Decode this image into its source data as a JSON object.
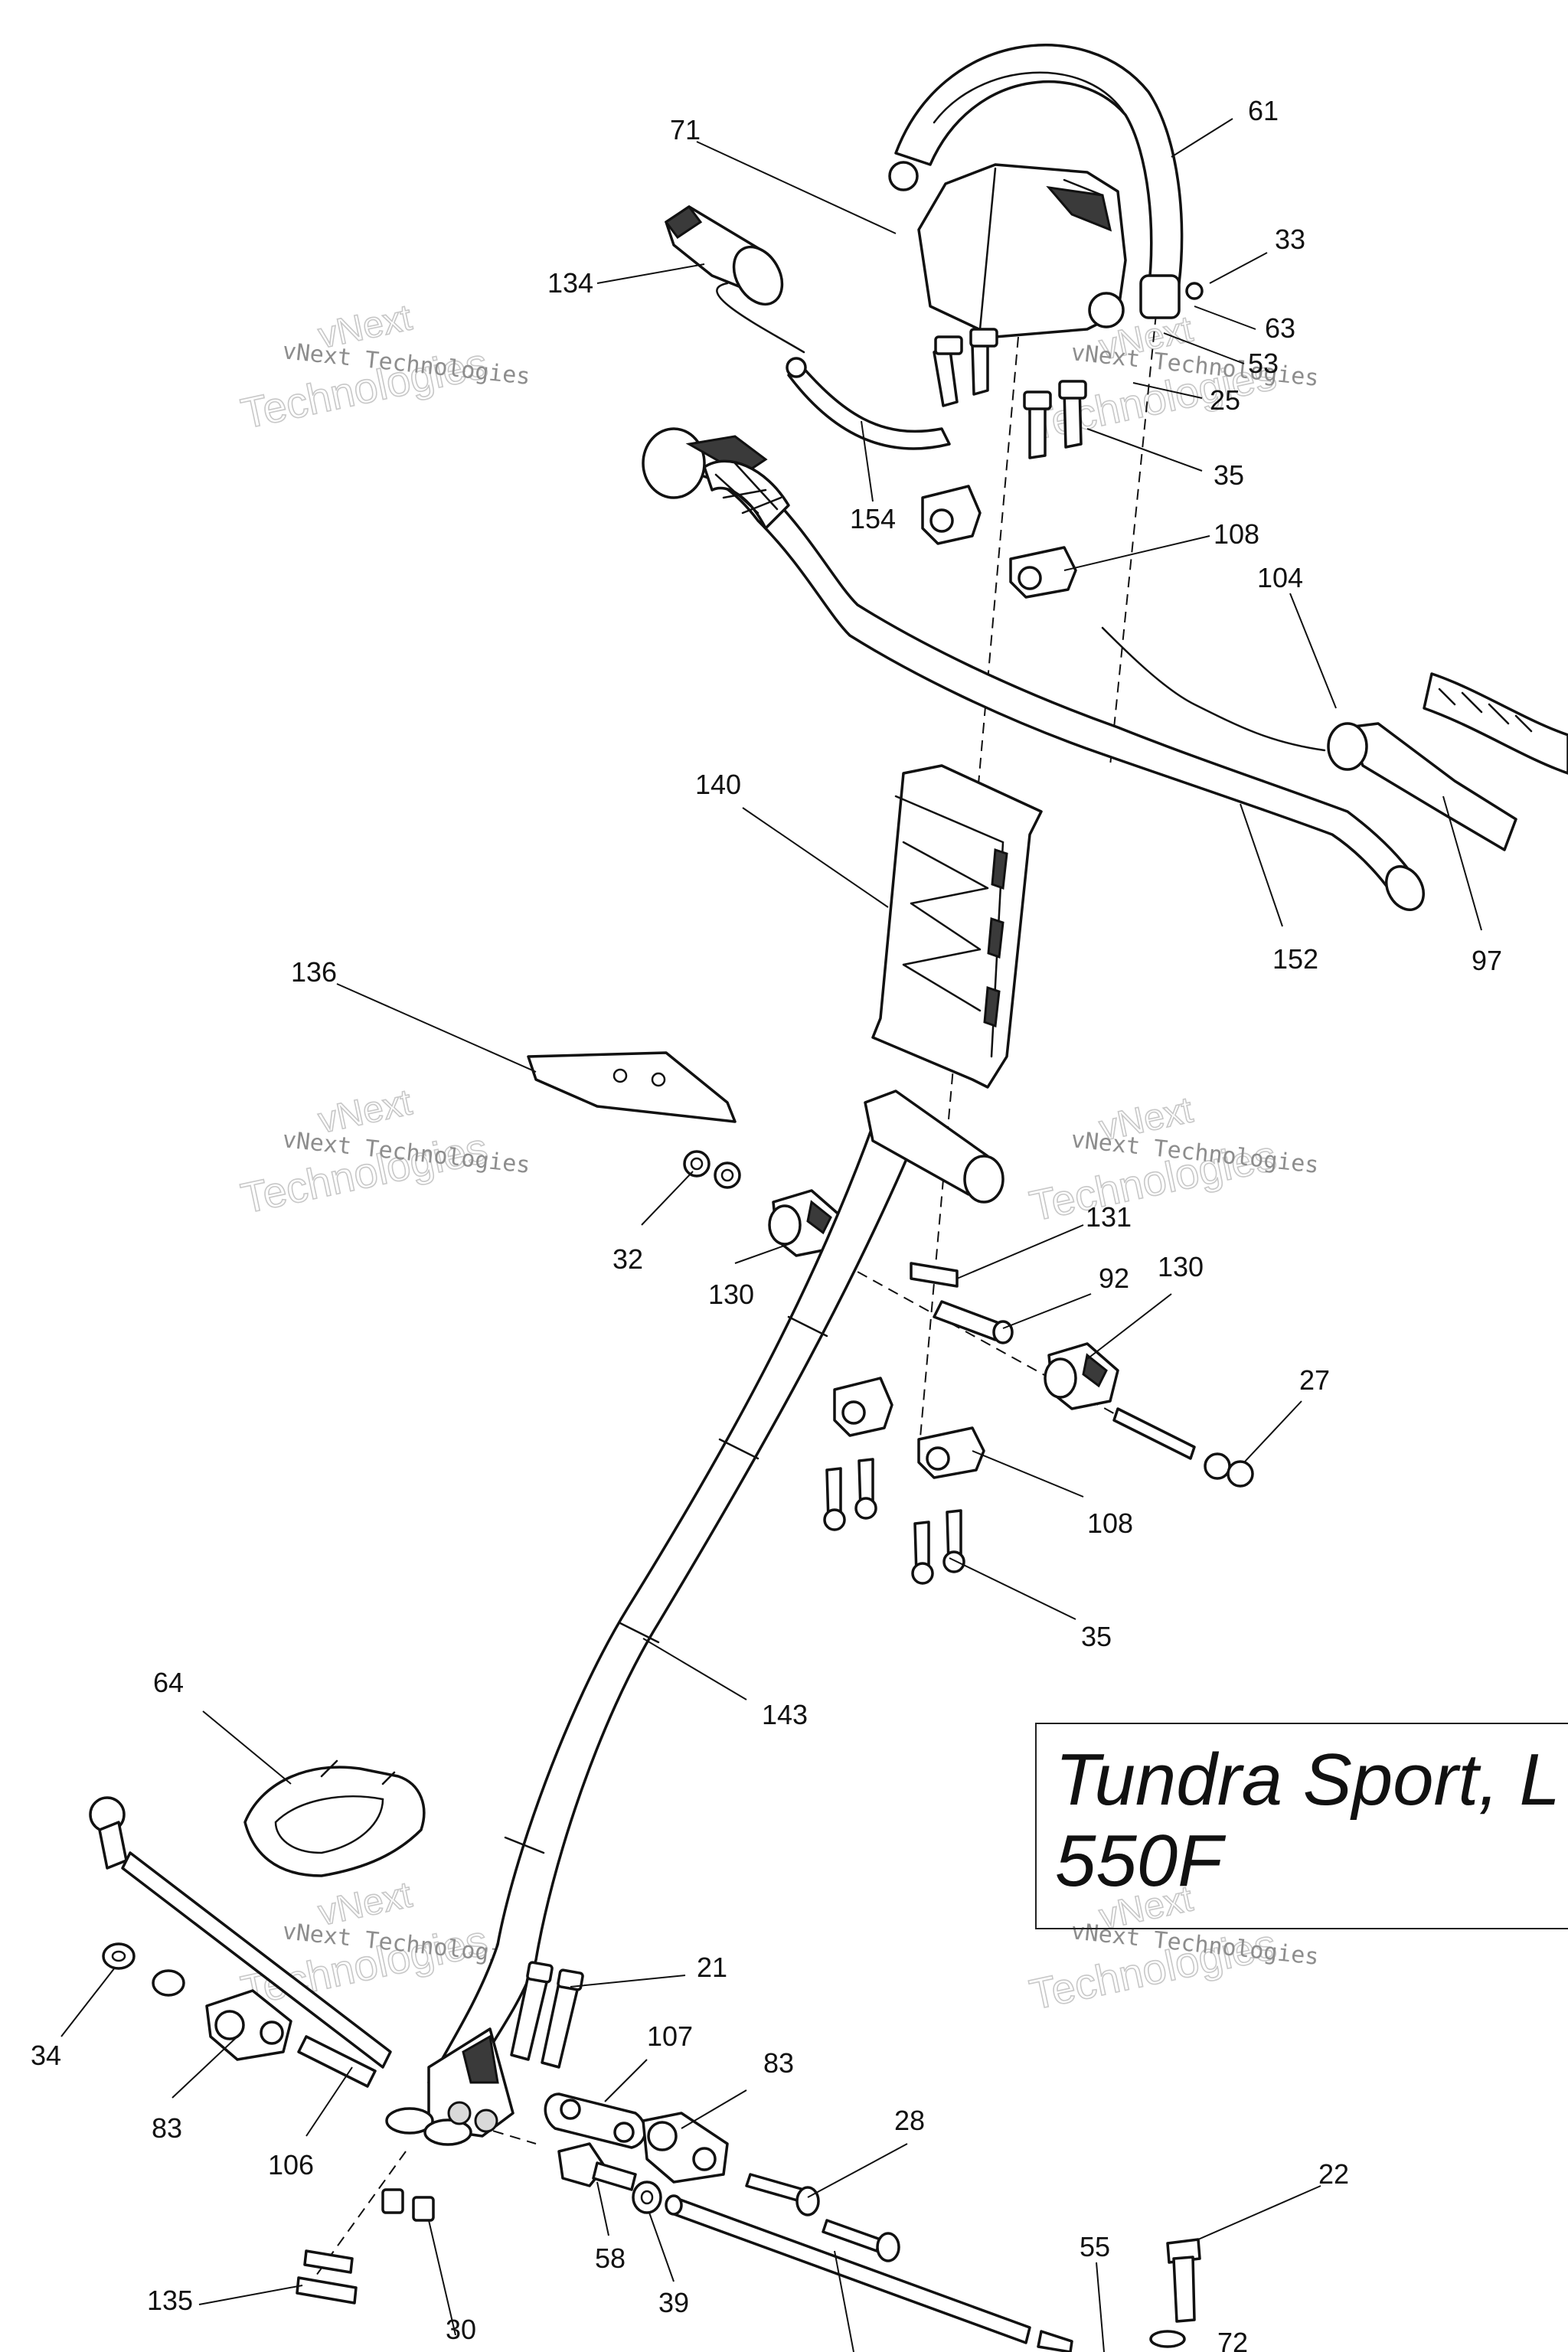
{
  "title_box": {
    "line1": "Tundra Sport, L",
    "line2": "550F"
  },
  "watermark": {
    "line1": "vNext",
    "line2": "Technologies",
    "small": "vNext Technologies"
  },
  "labels": {
    "l71": "71",
    "l61": "61",
    "l33": "33",
    "l134": "134",
    "l63": "63",
    "l53": "53",
    "l25": "25",
    "l35a": "35",
    "l154": "154",
    "l108a": "108",
    "l104": "104",
    "l140": "140",
    "l152": "152",
    "l97": "97",
    "l136": "136",
    "l131": "131",
    "l32": "32",
    "l130a": "130",
    "l92": "92",
    "l130b": "130",
    "l27": "27",
    "l108b": "108",
    "l35b": "35",
    "l64": "64",
    "l143": "143",
    "l21": "21",
    "l34": "34",
    "l107": "107",
    "l83a": "83",
    "l83b": "83",
    "l28": "28",
    "l106": "106",
    "l22": "22",
    "l58": "58",
    "l39": "39",
    "l55": "55",
    "l135": "135",
    "l30": "30",
    "l72": "72"
  }
}
